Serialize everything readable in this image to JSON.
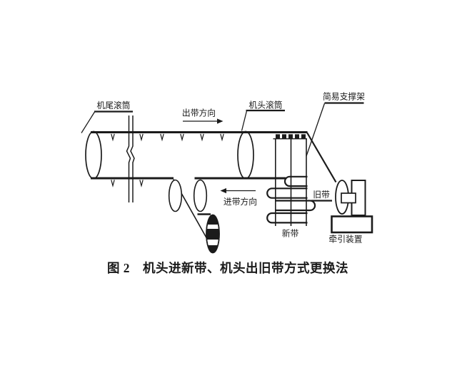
{
  "figure": {
    "type": "technical-line-diagram",
    "caption": "图 2　机头进新带、机头出旧带方式更换法",
    "labels": {
      "tail_roller": "机尾滚筒",
      "belt_out_direction": "出带方向",
      "head_roller": "机头滚筒",
      "support_frame": "简易支撑架",
      "belt_in_direction": "进带方向",
      "old_belt": "旧带",
      "new_belt": "新带",
      "traction_device": "牵引装置"
    },
    "colors": {
      "line": "#1b1b1b",
      "background": "#ffffff"
    }
  }
}
